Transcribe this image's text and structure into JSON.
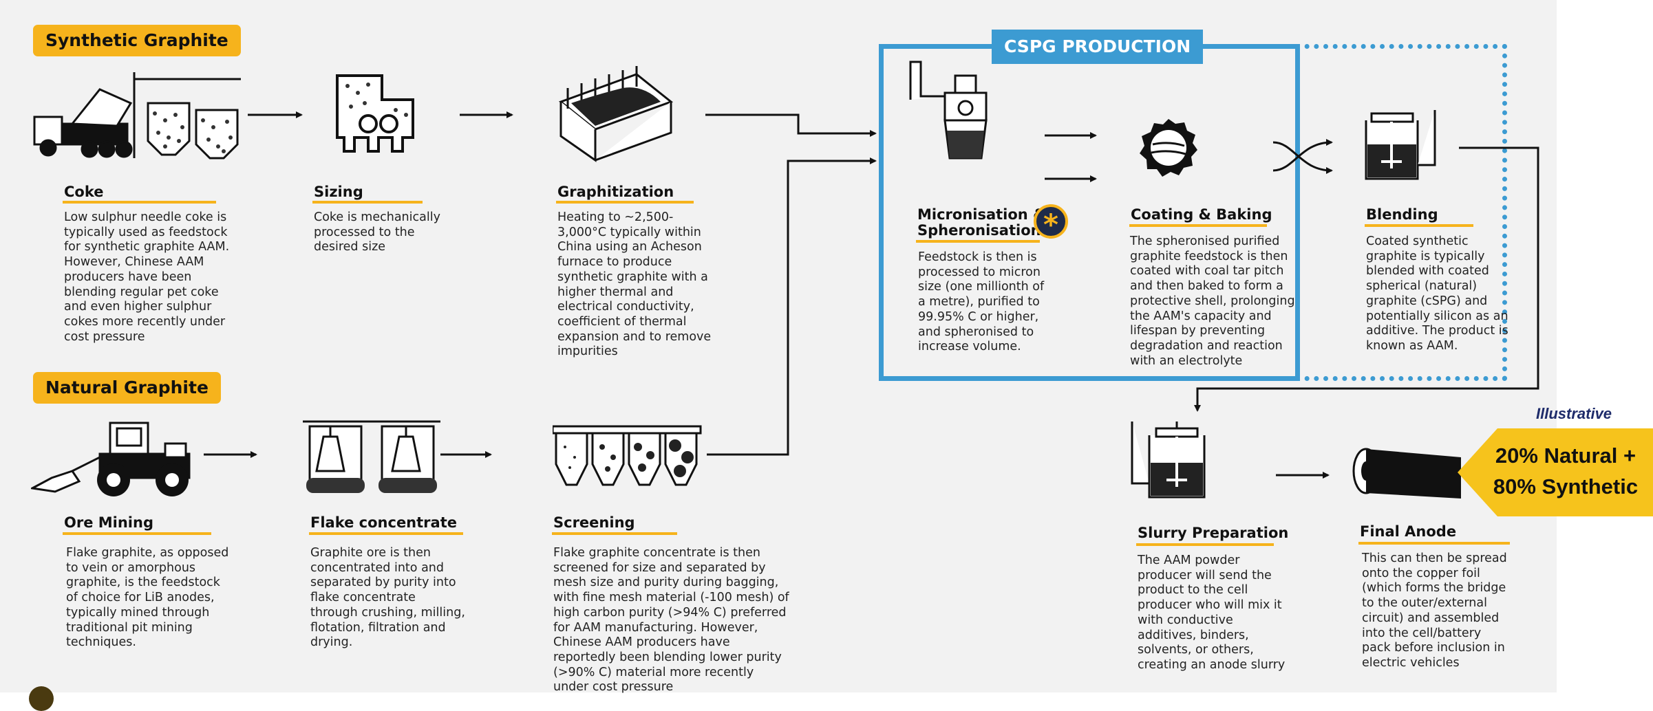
{
  "sections": {
    "synthetic": "Synthetic Graphite",
    "natural": "Natural Graphite"
  },
  "steps": {
    "coke": {
      "title": "Coke",
      "lines": [
        "Low sulphur needle coke is",
        "typically used as feedstock",
        "for synthetic graphite AAM.",
        "However, Chinese AAM",
        "producers have been",
        "blending regular pet coke",
        "and even higher sulphur",
        "cokes more recently under",
        "cost pressure"
      ]
    },
    "sizing": {
      "title": "Sizing",
      "lines": [
        "Coke is mechanically",
        "processed to the",
        "desired size"
      ]
    },
    "graphitization": {
      "title": "Graphitization",
      "lines": [
        "Heating to ~2,500-",
        "3,000°C typically within",
        "China using an Acheson",
        "furnace to produce",
        "synthetic graphite with a",
        "higher thermal and",
        "electrical conductivity,",
        "coefficient of thermal",
        "expansion and to remove",
        "impurities"
      ]
    },
    "micronisation": {
      "title1": "Micronisation &",
      "title2": "Spheronisation",
      "lines": [
        "Feedstock is then is",
        "processed to micron",
        "size (one millionth of",
        "a metre), purified to",
        "99.95% C or higher,",
        "and spheronised to",
        "increase volume."
      ]
    },
    "coating": {
      "title": "Coating & Baking",
      "lines": [
        "The spheronised purified",
        "graphite feedstock is then",
        "coated with coal tar pitch",
        "and then baked to form a",
        "protective shell, prolonging",
        "the AAM's capacity and",
        "lifespan by preventing",
        "degradation and reaction",
        "with an electrolyte"
      ]
    },
    "blending": {
      "title": "Blending",
      "lines": [
        "Coated synthetic",
        "graphite is typically",
        "blended with coated",
        "spherical (natural)",
        "graphite (cSPG) and",
        "potentially silicon as an",
        "additive. The product is",
        "known as AAM."
      ]
    },
    "ore": {
      "title": "Ore Mining",
      "lines": [
        "Flake graphite, as opposed",
        "to vein or amorphous",
        "graphite, is the feedstock",
        "of choice for LiB anodes,",
        "typically mined through",
        "traditional pit mining",
        "techniques."
      ]
    },
    "flake": {
      "title": "Flake concentrate",
      "lines": [
        "Graphite ore is then",
        "concentrated into and",
        "separated by purity into",
        "flake concentrate",
        "through crushing, milling,",
        "flotation, filtration and",
        "drying."
      ]
    },
    "screening": {
      "title": "Screening",
      "lines": [
        "Flake graphite concentrate is then",
        "screened for size and separated by",
        "mesh size and purity during bagging,",
        "with fine mesh material (-100 mesh) of",
        "high carbon purity (>94% C) preferred",
        "for AAM manufacturing. However,",
        "Chinese AAM producers have",
        "reportedly been blending lower purity",
        "(>90% C) material more recently",
        "under cost pressure"
      ]
    },
    "slurry": {
      "title": "Slurry Preparation",
      "lines": [
        "The AAM powder",
        "producer will send the",
        "product to the cell",
        "producer who will mix it",
        "with conductive",
        "additives, binders,",
        "solvents, or others,",
        "creating an anode slurry"
      ]
    },
    "anode": {
      "title": "Final Anode",
      "lines": [
        "This can then be spread",
        "onto the copper foil",
        "(which forms the bridge",
        "to the outer/external",
        "circuit) and assembled",
        "into the cell/battery",
        "pack before inclusion in",
        "electric vehicles"
      ]
    }
  },
  "cspg_label": "CSPG PRODUCTION",
  "star_glyph": "*",
  "illustrative": "Illustrative",
  "callout": {
    "line1": "20% Natural +",
    "line2": "80% Synthetic"
  },
  "colors": {
    "accent": "#f6b31c",
    "cspg_blue": "#3c9bd2",
    "navy": "#1e2b4a"
  },
  "icons": [
    "dump-truck-icon",
    "silo-icon",
    "crusher-icon",
    "furnace-icon",
    "mill-icon",
    "coating-drum-icon",
    "mixer-tank-icon",
    "wheel-loader-icon",
    "flotation-cell-icon",
    "screening-hopper-icon",
    "slurry-tank-icon",
    "foil-roll-icon"
  ]
}
